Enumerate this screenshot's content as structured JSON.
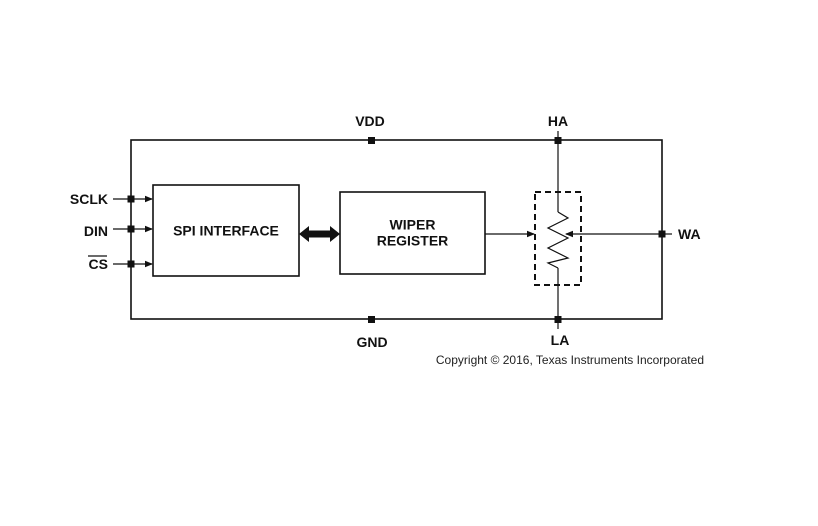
{
  "diagram": {
    "pins": {
      "vdd": "VDD",
      "gnd": "GND",
      "ha": "HA",
      "la": "LA",
      "wa": "WA",
      "sclk": "SCLK",
      "din": "DIN",
      "cs": "CS"
    },
    "blocks": {
      "spi_interface": "SPI INTERFACE",
      "wiper_register_line1": "WIPER",
      "wiper_register_line2": "REGISTER"
    },
    "copyright": "Copyright © 2016, Texas Instruments Incorporated"
  }
}
